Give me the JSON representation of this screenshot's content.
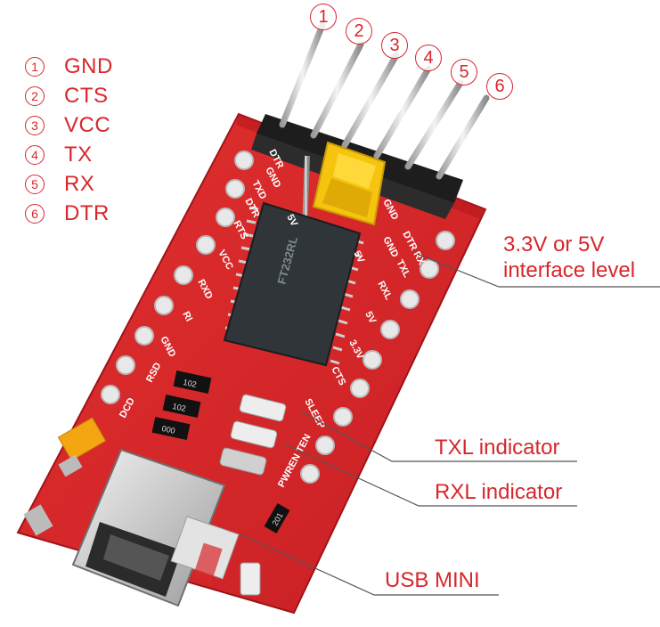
{
  "legend": [
    {
      "num": "1",
      "label": "GND"
    },
    {
      "num": "2",
      "label": "CTS"
    },
    {
      "num": "3",
      "label": "VCC"
    },
    {
      "num": "4",
      "label": "TX"
    },
    {
      "num": "5",
      "label": "RX"
    },
    {
      "num": "6",
      "label": "DTR"
    }
  ],
  "pin_numbers": [
    "1",
    "2",
    "3",
    "4",
    "5",
    "6"
  ],
  "callouts": {
    "interface_level_line1": "3.3V or 5V",
    "interface_level_line2": "interface level",
    "txl": "TXL indicator",
    "rxl": "RXL indicator",
    "usb": "USB MINI"
  },
  "silkscreen": {
    "left_pins": [
      "GND",
      "TXD",
      "DTR",
      "RTS",
      "VCC",
      "RXD",
      "RI",
      "GND",
      "DCD"
    ],
    "right_pins": [
      "DTR RX",
      "GND",
      "TXL",
      "RXL",
      "5V",
      "3.3V",
      "CTS",
      "SLEEP",
      "PWREN TEN"
    ],
    "header_top": [
      "GND",
      "DTR"
    ],
    "jumper_marks": [
      "5V",
      "5V"
    ],
    "resistors": [
      "102",
      "102",
      "000",
      "201"
    ],
    "rsd": "RSD",
    "chip": "FT232RL"
  },
  "colors": {
    "board": "#d7262a",
    "accent": "#d8262c",
    "jumper": "#f5c40f"
  }
}
